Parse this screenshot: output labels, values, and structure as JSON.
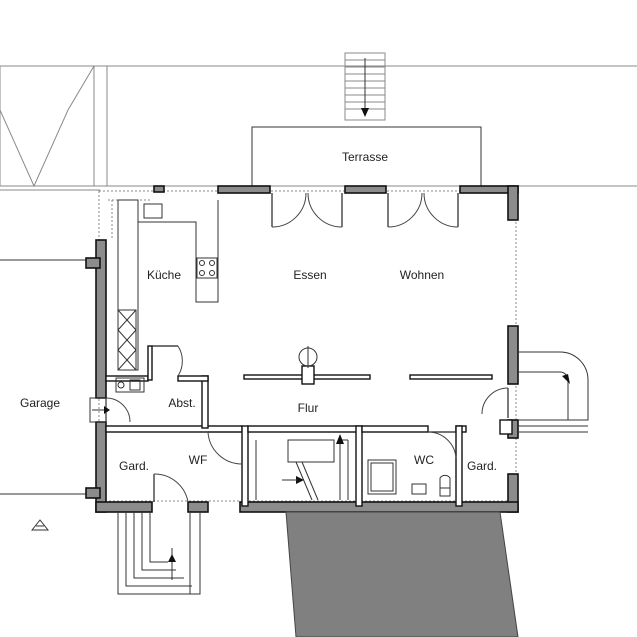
{
  "rooms": {
    "terrasse": "Terrasse",
    "kueche": "Küche",
    "essen": "Essen",
    "wohnen": "Wohnen",
    "garage": "Garage",
    "abst": "Abst.",
    "flur": "Flur",
    "gard_left": "Gard.",
    "wf": "WF",
    "wc": "WC",
    "gard_right": "Gard."
  }
}
